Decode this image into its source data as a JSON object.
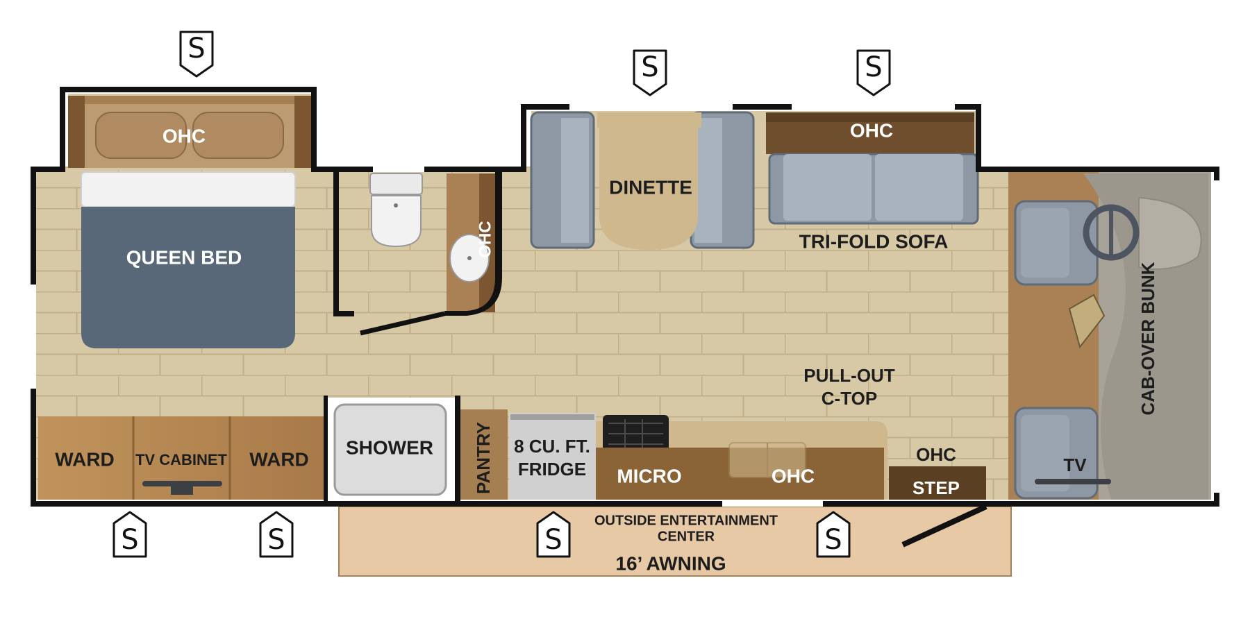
{
  "floorplan": {
    "labels": {
      "ohc_bed": "OHC",
      "queen_bed": "QUEEN BED",
      "ohc_bath": "OHC",
      "dinette": "DINETTE",
      "ohc_sofa": "OHC",
      "tri_fold_sofa": "TRI-FOLD SOFA",
      "cab_over_bunk": "CAB-OVER BUNK",
      "pull_out_c_top_line1": "PULL-OUT",
      "pull_out_c_top_line2": "C-TOP",
      "ward_left": "WARD",
      "tv_cabinet": "TV CABINET",
      "ward_right": "WARD",
      "shower": "SHOWER",
      "pantry": "PANTRY",
      "fridge_line1": "8 CU. FT.",
      "fridge_line2": "FRIDGE",
      "micro": "MICRO",
      "ohc_kitchen": "OHC",
      "ohc_step": "OHC",
      "step": "STEP",
      "tv_cab": "TV",
      "outside_ent_line1": "OUTSIDE ENTERTAINMENT",
      "outside_ent_line2": "CENTER",
      "awning": "16’ AWNING"
    },
    "slide_badge_label": "S",
    "slide_badge_count": 7,
    "colors": {
      "wall": "#111111",
      "floor": "#d8c9a6",
      "grout": "#bfae88",
      "wood": "#b98a55",
      "wood_dark": "#6e4e2c",
      "upholstery": "#8d98a4",
      "bed": "#596878",
      "cab": "#a7a399",
      "awning": "#e8c9a6"
    }
  }
}
